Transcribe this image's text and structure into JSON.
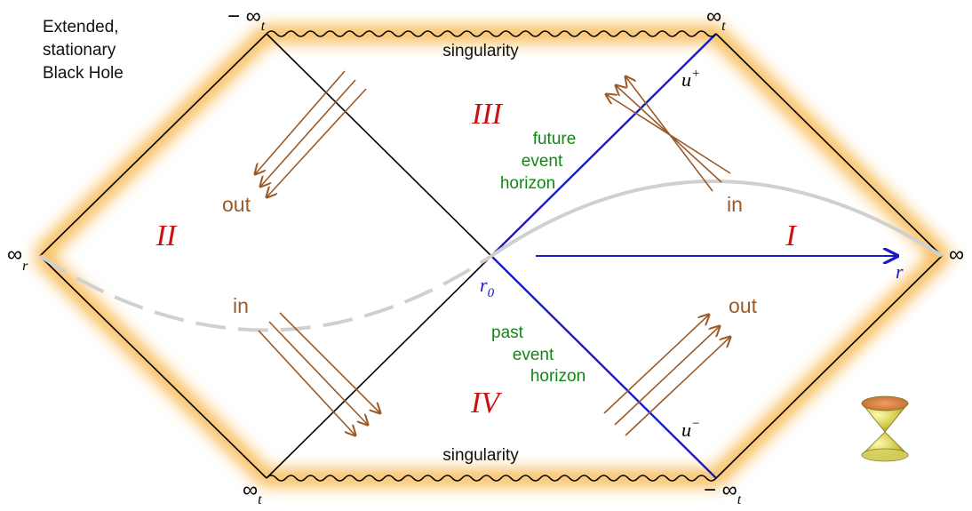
{
  "title_lines": [
    "Extended,",
    "stationary",
    "Black Hole"
  ],
  "singularity_label": "singularity",
  "regions": {
    "I": "I",
    "II": "II",
    "III": "III",
    "IV": "IV"
  },
  "future_horizon": [
    "future",
    "event",
    "horizon"
  ],
  "past_horizon": [
    "past",
    "event",
    "horizon"
  ],
  "flow_labels": {
    "region_I_in": "in",
    "region_I_out": "out",
    "region_II_in": "in",
    "region_II_out": "out"
  },
  "coordinates": {
    "u_plus": {
      "base": "u",
      "sup": "+"
    },
    "u_minus": {
      "base": "u",
      "sup": "−"
    },
    "r0": {
      "base": "r",
      "sub": "0"
    },
    "r_axis": "r"
  },
  "corners": {
    "top_left": {
      "symbol": "− ∞",
      "sub": "t"
    },
    "top_right": {
      "symbol": "∞",
      "sub": "t"
    },
    "bottom_left": {
      "symbol": "∞",
      "sub": "t"
    },
    "bottom_right": {
      "symbol": "− ∞",
      "sub": "t"
    },
    "left": {
      "symbol": "∞",
      "sub": "r"
    },
    "right": {
      "symbol": "∞",
      "sub": ""
    }
  },
  "colors": {
    "glow": "#f5a623",
    "horizon_line": "#1a1ac8",
    "region_label": "#cc1111",
    "horizon_text": "#118811",
    "flow": "#9a5a2a",
    "boundary": "#000000",
    "curve": "#d0d0d0",
    "cone": "#c8c040"
  },
  "icon": "light-cone-icon"
}
